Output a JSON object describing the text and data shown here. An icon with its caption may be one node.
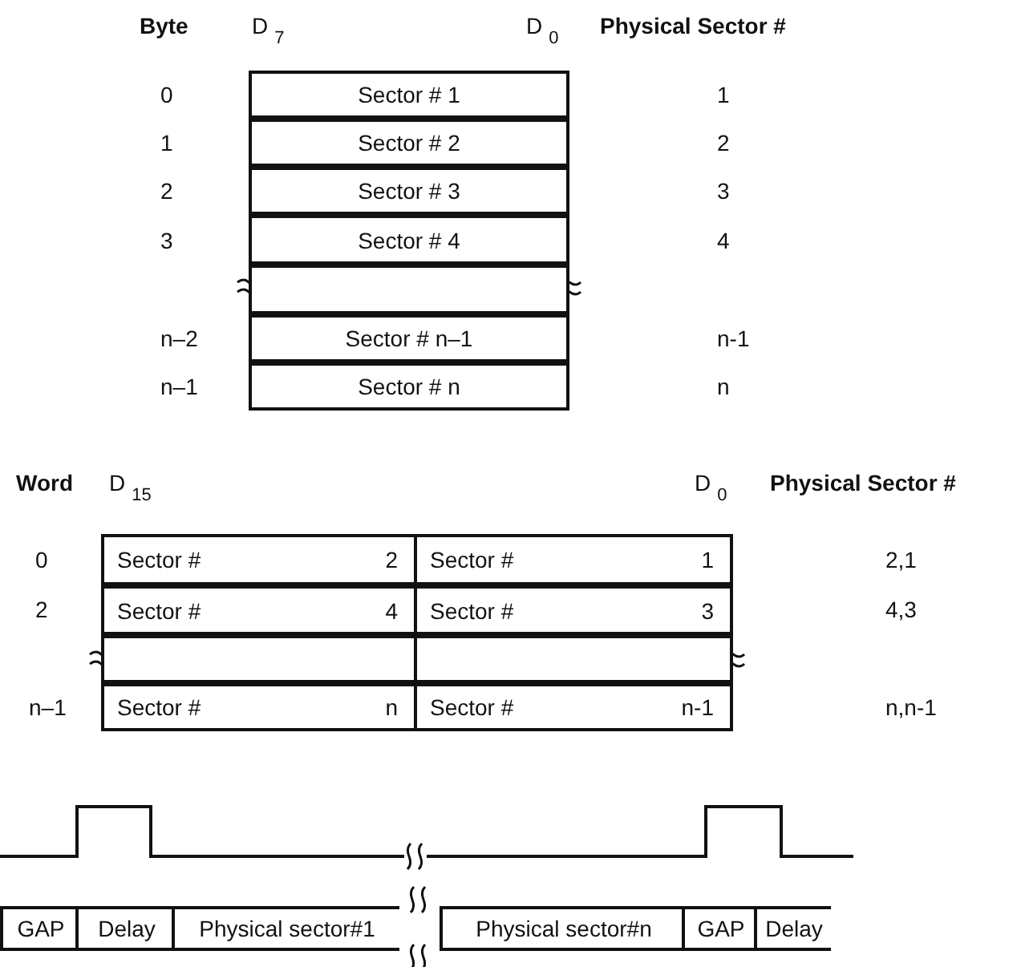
{
  "diagram": {
    "nodes": [
      {
        "text": [
          "Sector # 1"
        ]
      },
      {
        "text": [
          "Sector # 2"
        ]
      },
      {
        "text": [
          "Sector # 3"
        ]
      },
      {
        "text": [
          "Sector # 4"
        ]
      },
      {
        "text": [],
        "shape": "box"
      },
      {
        "text": [
          "Sector # n–1"
        ]
      },
      {
        "text": [
          "Sector # n"
        ]
      },
      {
        "text": [
          "Sector #",
          "2"
        ]
      },
      {
        "text": [
          "Sector #",
          "1"
        ]
      },
      {
        "text": [
          "Sector #",
          "4"
        ]
      },
      {
        "text": [
          "Sector #",
          "3"
        ]
      },
      {
        "text": [],
        "shape": "box"
      },
      {
        "text": [],
        "shape": "box"
      },
      {
        "text": [
          "Sector #",
          "n"
        ]
      },
      {
        "text": [
          "Sector #",
          "n-1"
        ]
      },
      {
        "text": [
          "GAP"
        ]
      },
      {
        "text": [
          "Delay"
        ]
      },
      {
        "text": [
          "Physical sector#1"
        ]
      },
      {
        "text": [
          "Physical sector#n"
        ]
      },
      {
        "text": [
          "GAP"
        ]
      },
      {
        "text": [
          "Delay"
        ]
      }
    ],
    "edges": [],
    "labels": [
      "Byte",
      "D$_{7}$",
      "D$_{0}$",
      "Physical Sector #",
      "0",
      "1",
      "1",
      "2",
      "2",
      "3",
      "3",
      "4",
      "n–2",
      "n-1",
      "n–1",
      "n",
      "Word",
      "D$_{15}$",
      "D$_{0}$",
      "Physical Sector #",
      "0",
      "2,1",
      "2",
      "4,3",
      "n–1",
      "n,n-1"
    ]
  }
}
